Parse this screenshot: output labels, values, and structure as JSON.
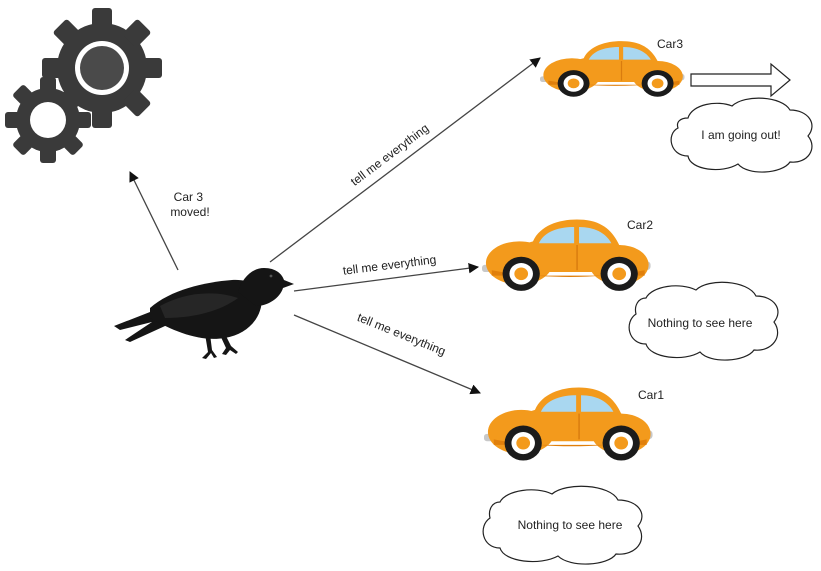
{
  "colors": {
    "background": "#ffffff",
    "gear": "#3a3a3a",
    "gear_hub": "#4a4a4a",
    "car_body": "#f39a1c",
    "car_shade": "#e07f0b",
    "car_window": "#a9d7f0",
    "tire": "#1b1b1b",
    "rim_ring": "#ffffff",
    "hub": "#f39a1c",
    "crow": "#151515",
    "arrow": "#444444",
    "text": "#222222"
  },
  "icons": {
    "gears": "gears-icon",
    "crow": "crow-icon",
    "car": "car-icon",
    "big_arrow": "block-arrow-right-icon"
  },
  "edges": {
    "to_gears": "Car 3 moved!",
    "to_car3": "tell me everything",
    "to_car2": "tell me everything",
    "to_car1": "tell me everything"
  },
  "cars": {
    "car3": {
      "label": "Car3",
      "bubble": "I am going out!"
    },
    "car2": {
      "label": "Car2",
      "bubble": "Nothing to see here"
    },
    "car1": {
      "label": "Car1",
      "bubble": "Nothing to see here"
    }
  }
}
